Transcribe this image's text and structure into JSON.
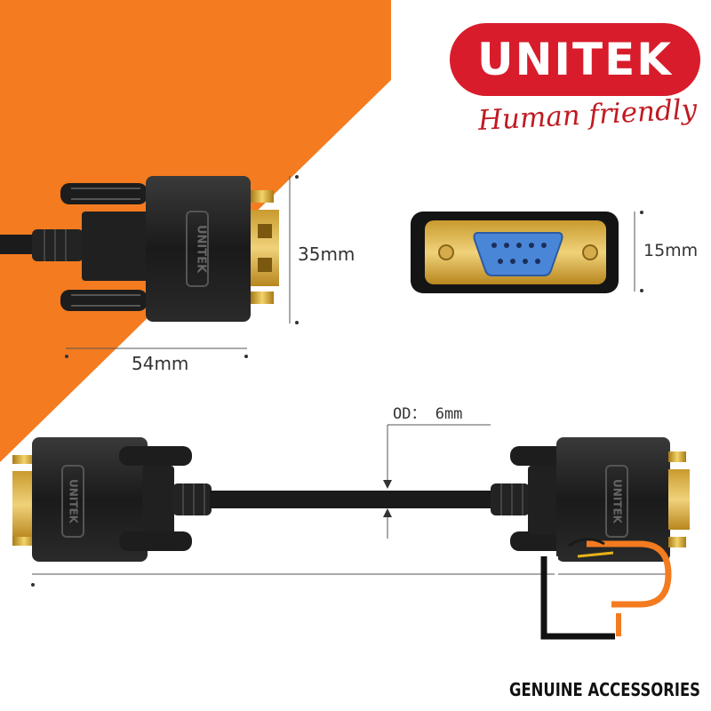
{
  "brand": {
    "logo_text": "UNITEK",
    "tagline": "Human friendly",
    "connector_mark": "UNITEK"
  },
  "dimensions": {
    "height_label": "35mm",
    "length_label": "54mm",
    "port_label": "15mm",
    "od_label": "OD： 6mm"
  },
  "footer": {
    "genuine_label": "GENUINE ACCESSORIES"
  },
  "colors": {
    "accent_orange": "#f47b20",
    "brand_red": "#d81c2b",
    "connector_black": "#1c1c1c",
    "gold": "#d8a92c",
    "port_blue": "#4a86d8"
  },
  "icons": {
    "watermark": "lp-logo-icon"
  }
}
